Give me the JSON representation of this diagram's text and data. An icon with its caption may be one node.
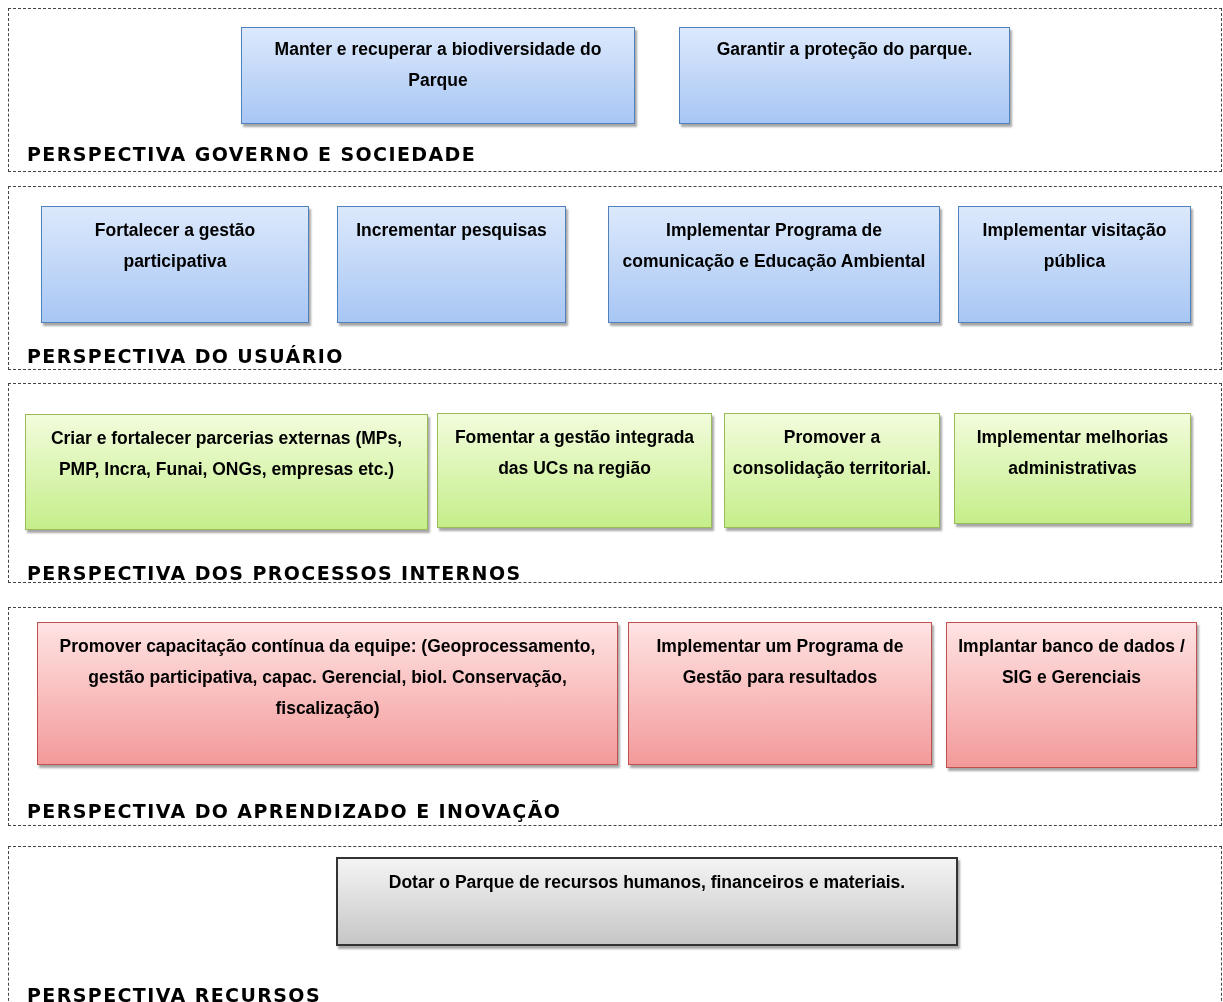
{
  "diagram": {
    "nodes": [
      {
        "text": [
          "PERSPECTIVA GOVERNO E SOCIEDADE"
        ]
      },
      {
        "text": [
          "Manter e recuperar a biodiversidade do Parque"
        ],
        "in": 0
      },
      {
        "text": [
          "Garantir a proteção do parque."
        ],
        "in": 0
      },
      {
        "text": [
          "PERSPECTIVA DO USUÁRIO"
        ]
      },
      {
        "text": [
          "Fortalecer a gestão participativa"
        ],
        "in": 3
      },
      {
        "text": [
          "Incrementar pesquisas"
        ],
        "in": 3
      },
      {
        "text": [
          "Implementar Programa de comunicação e Educação Ambiental"
        ],
        "in": 3
      },
      {
        "text": [
          "Implementar visitação pública"
        ],
        "in": 3
      },
      {
        "text": [
          "PERSPECTIVA DOS PROCESSOS INTERNOS"
        ]
      },
      {
        "text": [
          "Criar e fortalecer parcerias externas (MPs, PMP, Incra, Funai, ONGs, empresas etc.)"
        ],
        "in": 8
      },
      {
        "text": [
          "Fomentar a gestão integrada das UCs na região"
        ],
        "in": 8
      },
      {
        "text": [
          "Promover a consolidação territorial."
        ],
        "in": 8
      },
      {
        "text": [
          "Implementar melhorias administrativas"
        ],
        "in": 8
      },
      {
        "text": [
          "PERSPECTIVA DO APRENDIZADO E INOVAÇÃO"
        ]
      },
      {
        "text": [
          "Promover capacitação contínua da equipe: (Geoprocessamento, gestão participativa, capac. Gerencial, biol. Conservação, fiscalização)"
        ],
        "in": 13
      },
      {
        "text": [
          "Implementar um Programa de Gestão para resultados"
        ],
        "in": 13
      },
      {
        "text": [
          "Implantar banco de dados / SIG e Gerenciais"
        ],
        "in": 13
      },
      {
        "text": [
          "PERSPECTIVA RECURSOS"
        ]
      },
      {
        "text": [
          "Dotar o Parque de recursos humanos, financeiros e materiais."
        ],
        "in": 17
      }
    ]
  }
}
